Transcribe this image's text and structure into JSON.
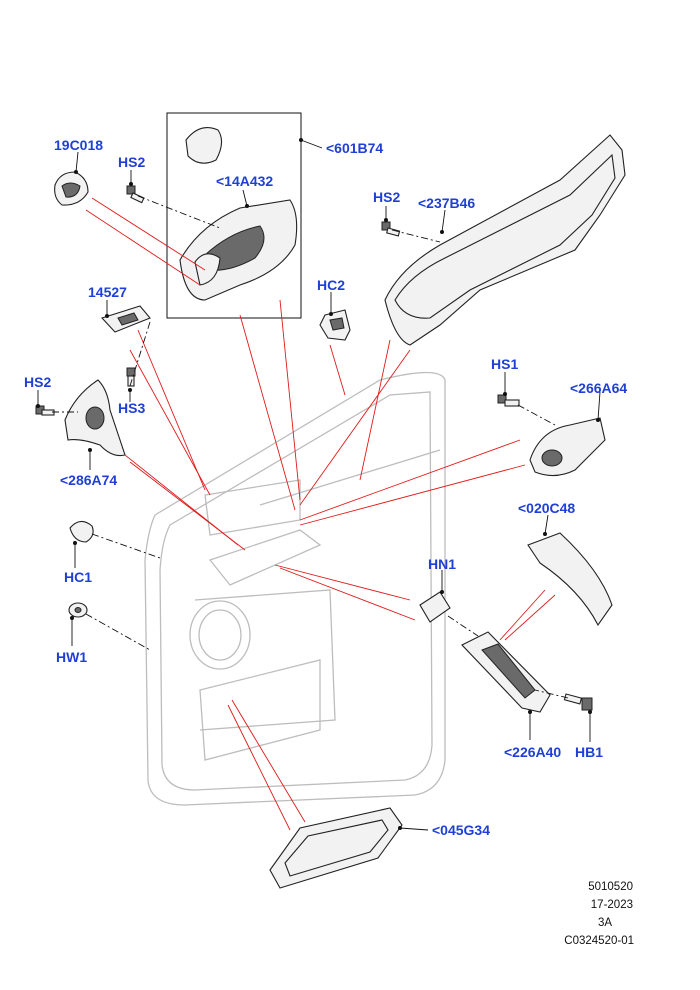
{
  "labels": {
    "l19C018": "19C018",
    "hs2a": "HS2",
    "l14A432": "<14A432",
    "l601B74": "<601B74",
    "hs2b": "HS2",
    "l237B46": "<237B46",
    "l14527": "14527",
    "hc2": "HC2",
    "hs2c": "HS2",
    "hs3": "HS3",
    "hs1": "HS1",
    "l266A64": "<266A64",
    "l286A74": "<286A74",
    "l020C48": "<020C48",
    "hc1": "HC1",
    "hn1": "HN1",
    "hw1": "HW1",
    "l226A40": "<226A40",
    "hb1": "HB1",
    "l045G34": "<045G34"
  },
  "reference": {
    "line1": "5010520",
    "line2": "17-2023",
    "line3": "3A",
    "line4": "C0324520-01"
  },
  "colors": {
    "label": "#1f3fd6",
    "leader": "#e01b1b",
    "outline": "#222222",
    "ghost": "#bdbdbd"
  }
}
